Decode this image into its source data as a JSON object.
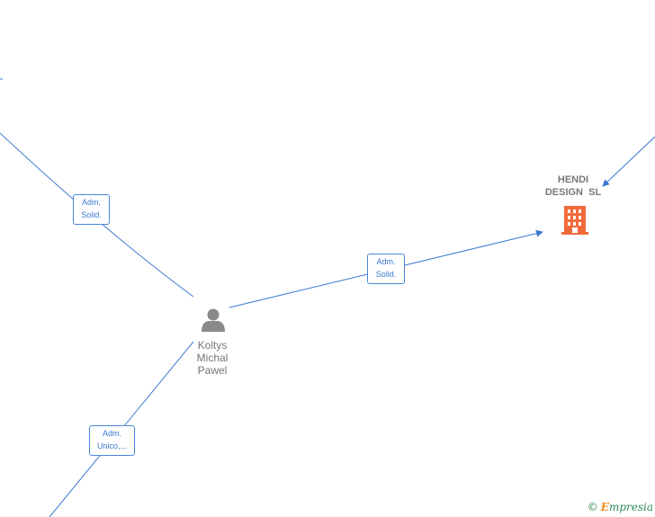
{
  "nodes": {
    "person": {
      "name_lines": [
        "Koltys",
        "Michal",
        "Pawel"
      ]
    },
    "company": {
      "name_lines": [
        "HENDI",
        "DESIGN  SL"
      ],
      "icon": "building-icon",
      "color": "#f26a3a"
    }
  },
  "edges": [
    {
      "label_lines": [
        "Adm.",
        "Solid."
      ]
    },
    {
      "label_lines": [
        "Adm.",
        "Solid."
      ]
    },
    {
      "label_lines": [
        "Adm.",
        "Unico,..."
      ]
    }
  ],
  "colors": {
    "edge": "#3b78d0",
    "node_text": "#777777",
    "person_icon": "#8a8a8a"
  },
  "watermark": {
    "copyright": "©",
    "brand_initial": "E",
    "brand_rest": "mpresia"
  }
}
